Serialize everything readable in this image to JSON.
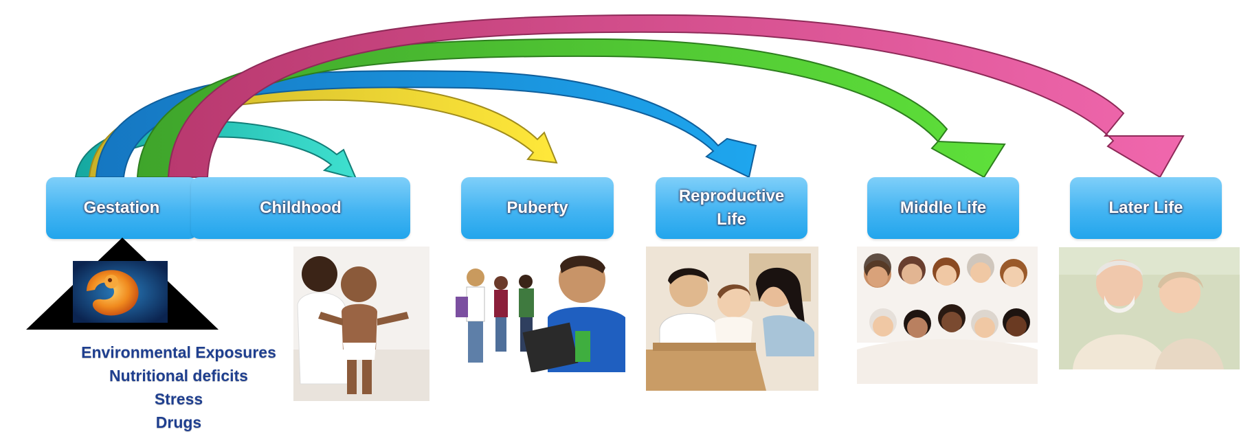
{
  "stages": [
    {
      "label": "Gestation"
    },
    {
      "label": "Childhood"
    },
    {
      "label": "Puberty"
    },
    {
      "label": "Reproductive\nLife"
    },
    {
      "label": "Middle Life"
    },
    {
      "label": "Later Life"
    }
  ],
  "factors": [
    "Environmental Exposures",
    "Nutritional deficits",
    "Stress",
    "Drugs"
  ],
  "arrows": [
    {
      "from": "Gestation",
      "to": "Childhood",
      "color": "#2cc0b4"
    },
    {
      "from": "Gestation",
      "to": "Puberty",
      "color": "#e8d22f"
    },
    {
      "from": "Gestation",
      "to": "Reproductive\nLife",
      "color": "#1a8fd6"
    },
    {
      "from": "Gestation",
      "to": "Middle Life",
      "color": "#55cc35"
    },
    {
      "from": "Gestation",
      "to": "Later Life",
      "color": "#dd4f9a"
    }
  ],
  "colors": {
    "stage_box": "#43b4f2",
    "factor_text": "#1f3f8f"
  },
  "icons": {
    "gestation": "embryo-in-triangle",
    "childhood": "mother-and-baby-photo",
    "puberty": "teenagers-photo",
    "reproductive": "family-with-baby-in-box-photo",
    "middle": "group-of-women-photo",
    "later": "elderly-couple-photo"
  }
}
